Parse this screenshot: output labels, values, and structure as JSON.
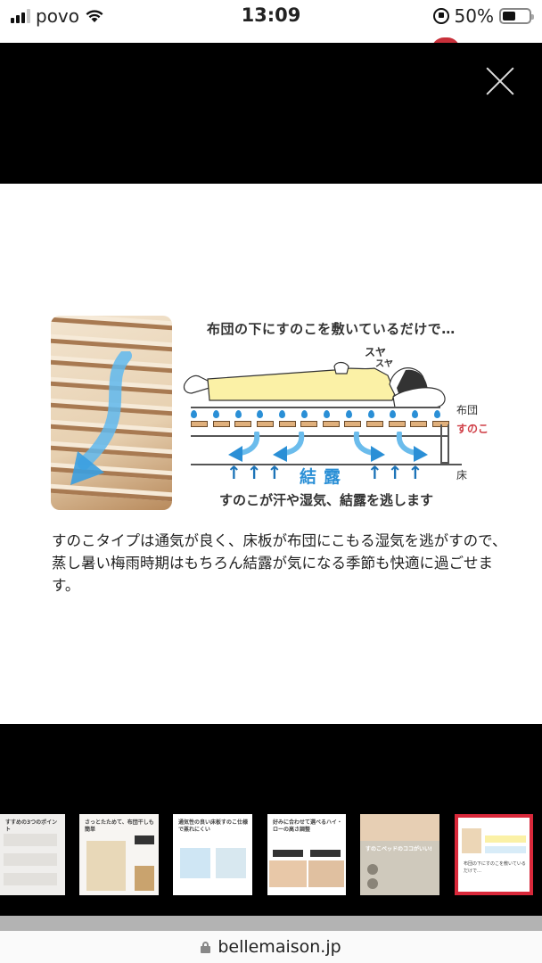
{
  "status_bar": {
    "carrier": "povo",
    "time": "13:09",
    "battery_percent": "50%",
    "icons": [
      "signal-bars-icon",
      "wifi-icon",
      "rotation-lock-icon",
      "battery-icon"
    ]
  },
  "viewer": {
    "close_icon": "close-icon",
    "active_thumbnail_index": 5,
    "accent_color": "#d8283a"
  },
  "main_image": {
    "diagram_title": "布団の下にすのこを敷いているだけで…",
    "snore_text_1": "スヤ",
    "snore_text_2": "スヤ",
    "labels": {
      "futon": "布団",
      "sunoko": "すのこ",
      "floor": "床"
    },
    "up_arrows_left": "↑↑↑",
    "condensation": "結露",
    "up_arrows_right": "↑↑↑",
    "diagram_caption": "すのこが汗や湿気、結露を逃します",
    "description": "すのこタイプは通気が良く、床板が布団にこもる湿気を逃がすので、蒸し暑い梅雨時期はもちろん結露が気になる季節も快適に過ごせます。",
    "colors": {
      "water_blue": "#2a8fd6",
      "sunoko_red": "#d04048",
      "pajama_yellow": "#fbf1a6"
    }
  },
  "thumbnails": [
    {
      "title": "すすめの3つのポイント",
      "active": false
    },
    {
      "title": "さっとたためて、布団干しも簡単",
      "active": false
    },
    {
      "title": "通気性の良い床板すのこ仕様で蒸れにくい",
      "active": false
    },
    {
      "title": "好みに合わせて選べるハイ・ローの高さ調整",
      "active": false
    },
    {
      "title": "すのこベッドのココがいい!",
      "active": false
    },
    {
      "title": "布団の下にすのこを敷いているだけで…",
      "active": true
    }
  ],
  "url_bar": {
    "domain": "bellemaison.jp",
    "secure_icon": "padlock-icon"
  }
}
